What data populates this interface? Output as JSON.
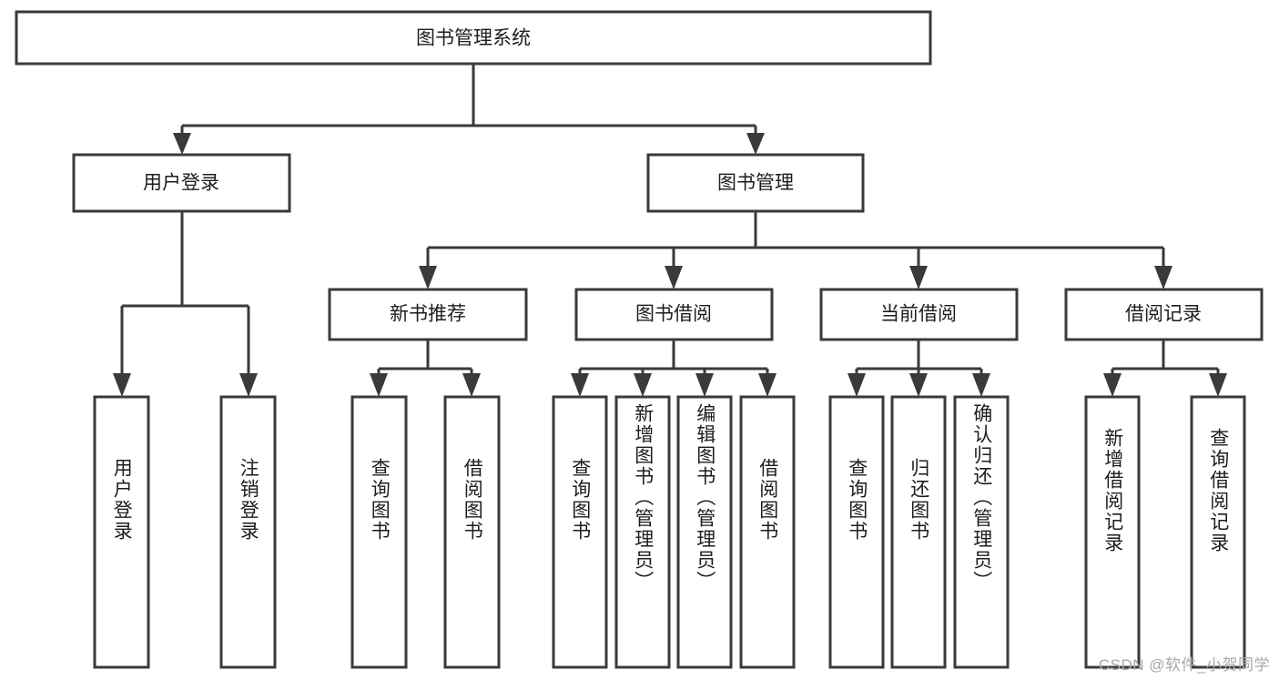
{
  "diagram": {
    "title": "图书管理系统",
    "type": "tree-hierarchy",
    "orientation": "top-down",
    "colors": {
      "background": "#ffffff",
      "node_fill": "#ffffff",
      "node_stroke": "#3a3a3a",
      "edge": "#3a3a3a",
      "text": "#1d1d1d",
      "watermark": "#a8a8a8"
    },
    "root": {
      "label": "图书管理系统"
    },
    "level2": [
      {
        "label": "用户登录"
      },
      {
        "label": "图书管理"
      }
    ],
    "level3": [
      {
        "label": "新书推荐"
      },
      {
        "label": "图书借阅"
      },
      {
        "label": "当前借阅"
      },
      {
        "label": "借阅记录"
      }
    ],
    "leaves": {
      "user_login": [
        {
          "label": "用户登录"
        },
        {
          "label": "注销登录"
        }
      ],
      "new_book_recommend": [
        {
          "label": "查询图书"
        },
        {
          "label": "借阅图书"
        }
      ],
      "book_borrow": [
        {
          "label": "查询图书"
        },
        {
          "label": "新增图书（管理员）"
        },
        {
          "label": "编辑图书（管理员）"
        },
        {
          "label": "借阅图书"
        }
      ],
      "current_borrow": [
        {
          "label": "查询图书"
        },
        {
          "label": "归还图书"
        },
        {
          "label": "确认归还（管理员）"
        }
      ],
      "borrow_record": [
        {
          "label": "新增借阅记录"
        },
        {
          "label": "查询借阅记录"
        }
      ]
    }
  },
  "watermark": {
    "text": "CSDN @软件_小贺同学"
  }
}
